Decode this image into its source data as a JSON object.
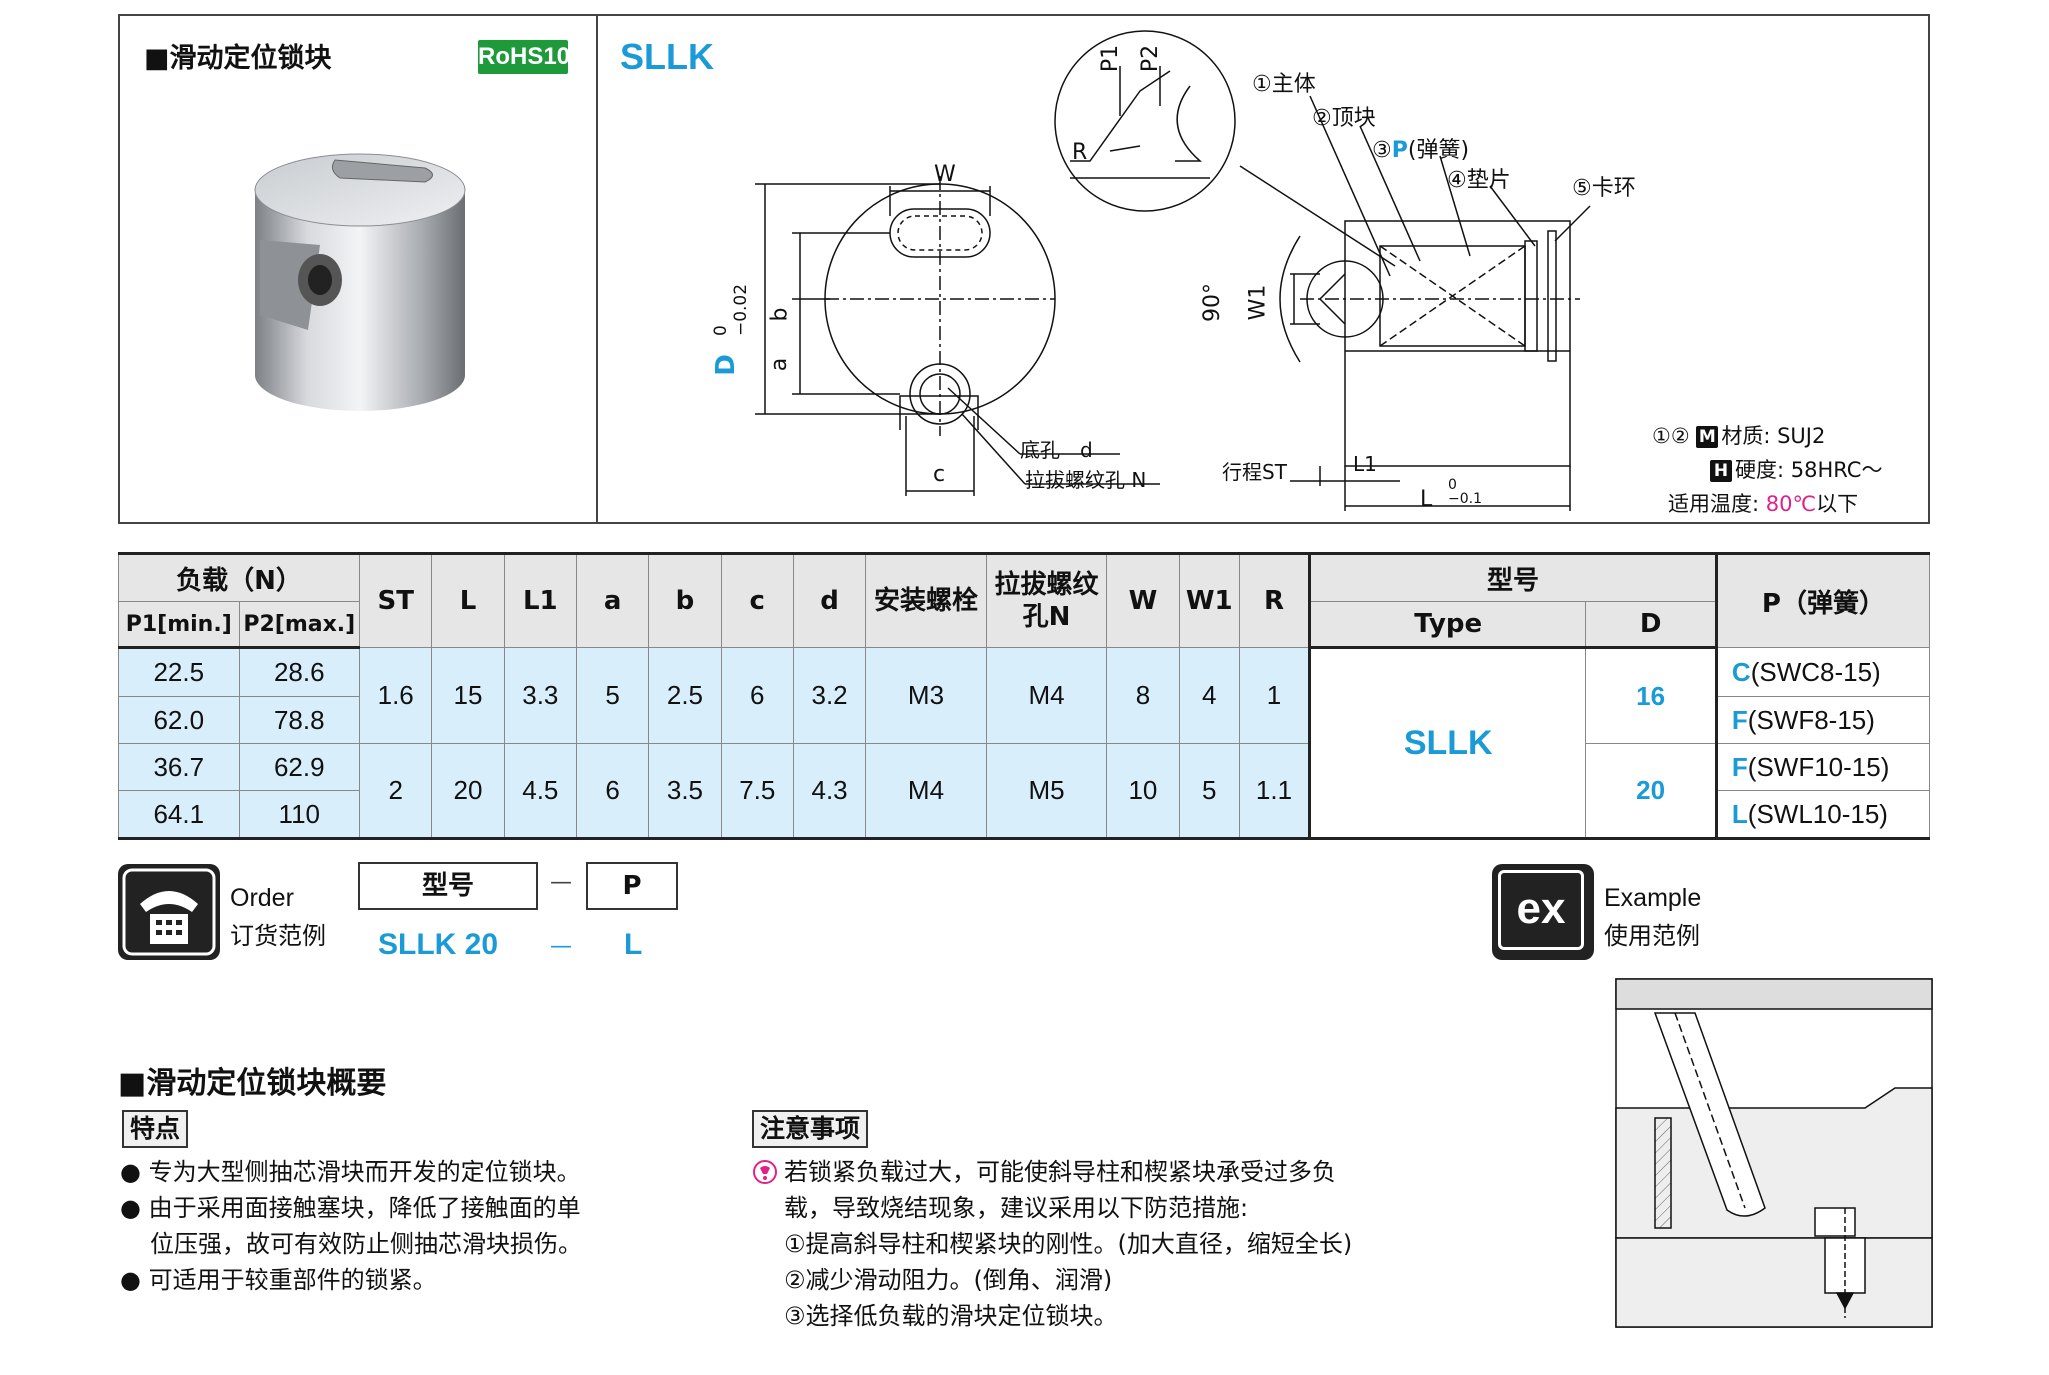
{
  "header": {
    "product_title": "■滑动定位锁块",
    "rohs_badge": "RoHS10",
    "model": "SLLK"
  },
  "diagram": {
    "labels": {
      "w": "W",
      "p1": "P1",
      "p2": "P2",
      "r": "R",
      "d_main": "D",
      "d_tol": "0\n−0.02",
      "b": "b",
      "a": "a",
      "c": "c",
      "bottom_hole": "底孔",
      "bottom_hole_d": "d",
      "pull_thread": "拉拔螺纹孔 N",
      "angle": "90°",
      "w1": "W1",
      "stroke": "行程ST",
      "l1": "L1",
      "l_main": "L",
      "l_tol_top": "0",
      "l_tol_bot": "−0.1"
    },
    "parts": [
      "①主体",
      "②顶块",
      "③",
      "P",
      "(弹簧)",
      "④垫片",
      "⑤卡环"
    ],
    "material": {
      "prefix": "①②",
      "m_icon": "M",
      "material_label": "材质: SUJ2",
      "h_icon": "H",
      "hardness_label": "硬度: 58HRC～",
      "temp_label": "适用温度: ",
      "temp_value": "80℃",
      "temp_suffix": "以下"
    }
  },
  "table": {
    "head": {
      "load": "负载（N）",
      "p1": "P1[min.]",
      "p2": "P2[max.]",
      "st": "ST",
      "l": "L",
      "l1": "L1",
      "a": "a",
      "b": "b",
      "c": "c",
      "d": "d",
      "bolt": "安装螺栓",
      "pull": "拉拔螺纹孔N",
      "w": "W",
      "w1": "W1",
      "r": "R",
      "model": "型号",
      "type": "Type",
      "dcol": "D",
      "spring": "P（弹簧）"
    },
    "rows": [
      {
        "p1": "22.5",
        "p2": "28.6",
        "spring_letter": "C",
        "spring_code": "(SWC8-15)"
      },
      {
        "p1": "62.0",
        "p2": "78.8",
        "spring_letter": "F",
        "spring_code": "(SWF8-15)"
      },
      {
        "p1": "36.7",
        "p2": "62.9",
        "spring_letter": "F",
        "spring_code": "(SWF10-15)"
      },
      {
        "p1": "64.1",
        "p2": "110",
        "spring_letter": "L",
        "spring_code": "(SWL10-15)"
      }
    ],
    "groups": [
      {
        "st": "1.6",
        "l": "15",
        "l1": "3.3",
        "a": "5",
        "b": "2.5",
        "c": "6",
        "d": "3.2",
        "bolt": "M3",
        "pull": "M4",
        "w": "8",
        "w1": "4",
        "r": "1",
        "dval": "16"
      },
      {
        "st": "2",
        "l": "20",
        "l1": "4.5",
        "a": "6",
        "b": "3.5",
        "c": "7.5",
        "d": "4.3",
        "bolt": "M4",
        "pull": "M5",
        "w": "10",
        "w1": "5",
        "r": "1.1",
        "dval": "20"
      }
    ],
    "type_value": "SLLK"
  },
  "order": {
    "label_en": "Order",
    "label_cn": "订货范例",
    "col_type": "型号",
    "col_p": "P",
    "dash": "—",
    "val_type": "SLLK 20",
    "val_dash": "—",
    "val_p": "L"
  },
  "example": {
    "icon": "ex",
    "label_en": "Example",
    "label_cn": "使用范例"
  },
  "overview": {
    "title": "■滑动定位锁块概要",
    "features_tag": "特点",
    "features": [
      "● 专为大型侧抽芯滑块而开发的定位锁块。",
      "● 由于采用面接触塞块，降低了接触面的单",
      "位压强，故可有效防止侧抽芯滑块损伤。",
      "● 可适用于较重部件的锁紧。"
    ],
    "notes_tag": "注意事项",
    "notes": [
      "若锁紧负载过大，可能使斜导柱和楔紧块承受过多负",
      "载，导致烧结现象，建议采用以下防范措施:",
      "①提高斜导柱和楔紧块的刚性。(加大直径，缩短全长)",
      "②减少滑动阻力。(倒角、润滑)",
      "③选择低负载的滑块定位锁块。"
    ]
  }
}
